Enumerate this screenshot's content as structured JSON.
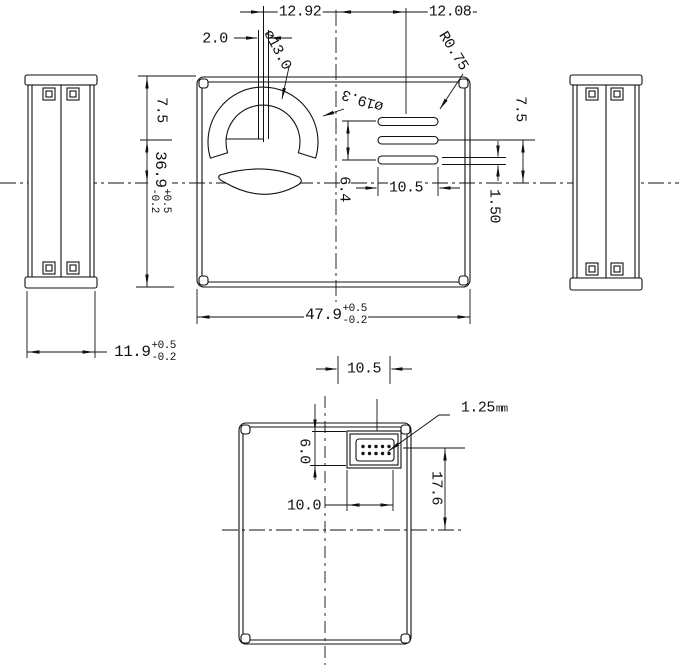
{
  "title": "PM sensor outline dimension drawing",
  "dims": {
    "d2_0": "2.0",
    "d12_92": "12.92",
    "d12_08": "12.08",
    "dia13_0": "ø13.0",
    "dia19_3": "ø19.3",
    "r0_75": "R0.75",
    "d7_5_left": "7.5",
    "d7_5_right": "7.5",
    "d36_9": {
      "value": "36.9",
      "plus": "+0.5",
      "minus": "-0.2"
    },
    "d6_4": "6.4",
    "d10_5_slots": "10.5",
    "d1_50": "1.50",
    "d47_9": {
      "value": "47.9",
      "plus": "+0.5",
      "minus": "-0.2"
    },
    "d11_9": {
      "value": "11.9",
      "plus": "+0.5",
      "minus": "-0.2"
    },
    "d10_5_connector": "10.5",
    "d1_25": {
      "value": "1.25",
      "unit": "mm"
    },
    "d6_0": "6.0",
    "d10_0": "10.0",
    "d17_6": "17.6"
  }
}
